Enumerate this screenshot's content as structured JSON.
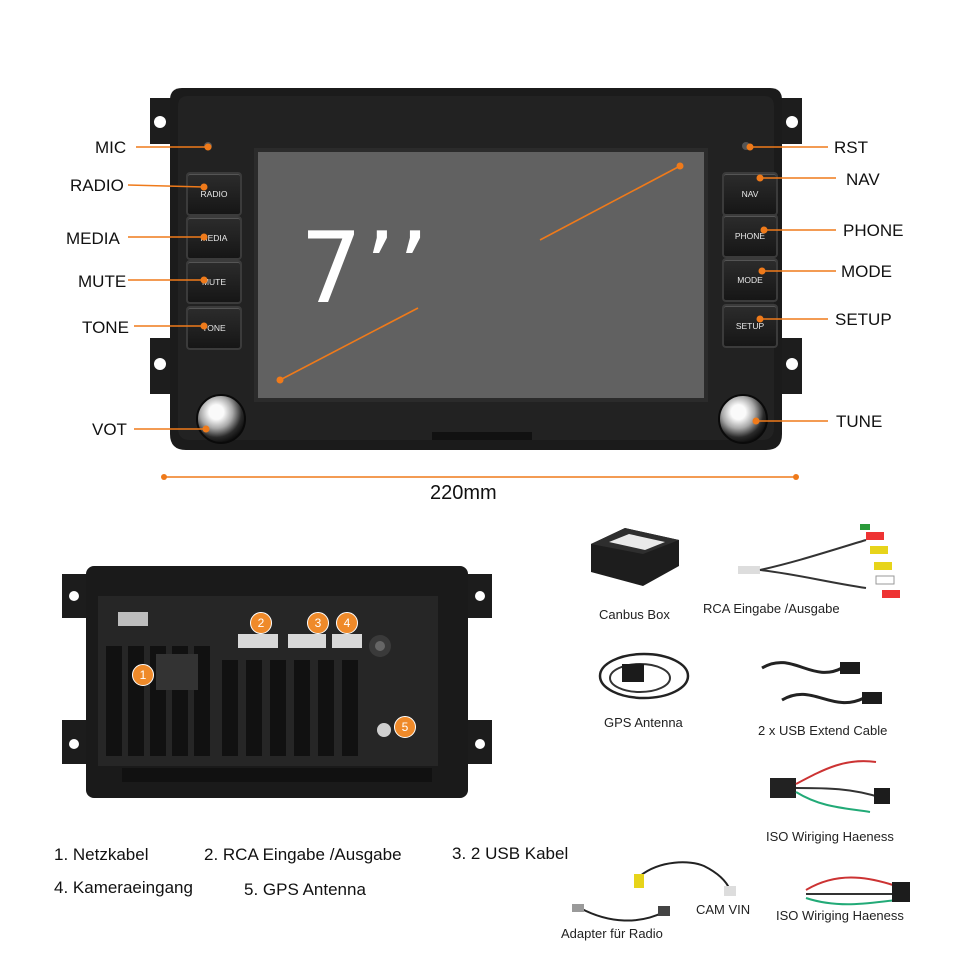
{
  "front": {
    "screen_size": "7’’",
    "width_label": "220mm",
    "left_callouts": [
      "MIC",
      "RADIO",
      "MEDIA",
      "MUTE",
      "TONE",
      "VOT"
    ],
    "right_callouts": [
      "RST",
      "NAV",
      "PHONE",
      "MODE",
      "SETUP",
      "TUNE"
    ],
    "left_buttons": [
      "RADIO",
      "MEDIA",
      "MUTE",
      "TONE"
    ],
    "right_buttons": [
      "NAV",
      "PHONE",
      "MODE",
      "SETUP"
    ]
  },
  "back": {
    "badges": [
      "1",
      "2",
      "3",
      "4",
      "5"
    ]
  },
  "legend": {
    "item1": "1. Netzkabel",
    "item2": "2. RCA Eingabe /Ausgabe",
    "item3": "3.  2 USB Kabel",
    "item4": "4. Kameraeingang",
    "item5": "5. GPS Antenna"
  },
  "accessories": {
    "canbus": "Canbus Box",
    "rca": "RCA Eingabe /Ausgabe",
    "gps": "GPS Antenna",
    "usb": "2 x USB Extend Cable",
    "iso1": "ISO Wiriging Haeness",
    "cam": "CAM VIN",
    "iso2": "ISO Wiriging Haeness",
    "adapter": "Adapter für Radio"
  },
  "colors": {
    "accent": "#ef7a1a",
    "badge": "#ef8a2a",
    "unit_body": "#1b1b1b",
    "screen": "#616161"
  }
}
